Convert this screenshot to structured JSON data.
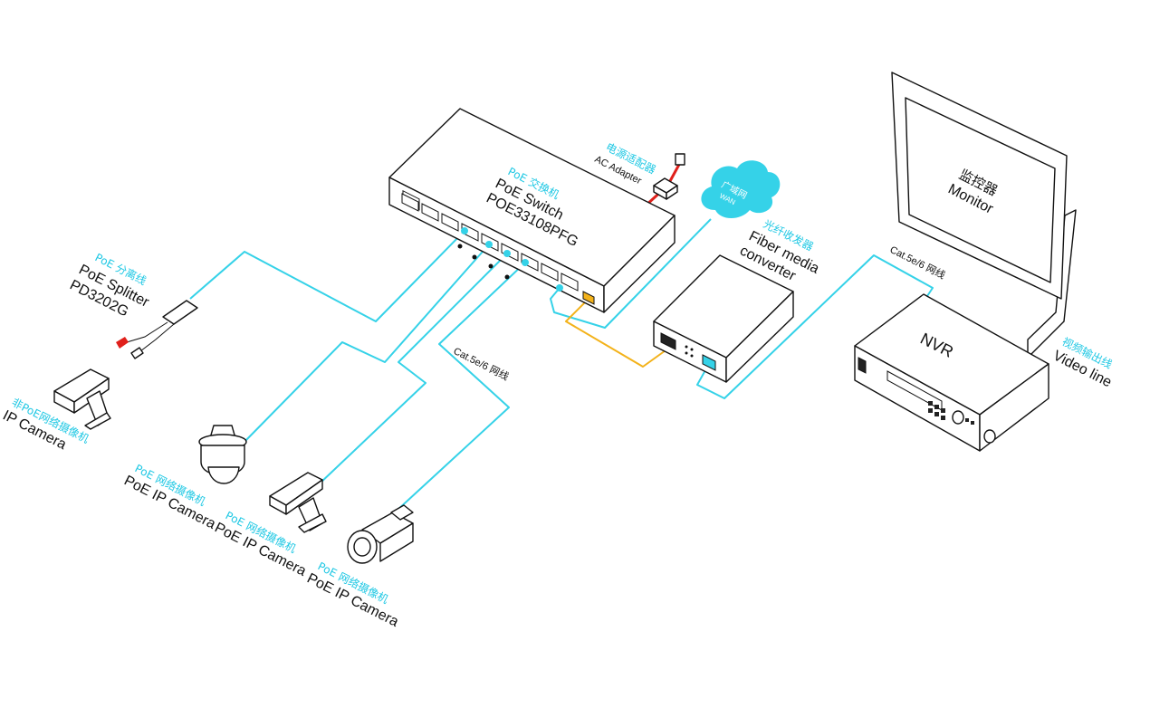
{
  "switch": {
    "name_cn": "PoE 交换机",
    "name_en": "PoE  Switch",
    "model": "POE33108PFG"
  },
  "ac_adapter": {
    "name_cn": "电源适配器",
    "name_en": "AC Adapter"
  },
  "wan": {
    "name_cn": "广域网",
    "name_en": "WAN"
  },
  "fiber_converter": {
    "name_cn": "光纤收发器",
    "line1": "Fiber media",
    "line2": "converter"
  },
  "monitor": {
    "name_cn": "监控器",
    "name_en": "Monitor"
  },
  "nvr": {
    "name": "NVR"
  },
  "video_line": {
    "name_cn": "视频输出线",
    "name_en": "Video line"
  },
  "splitter": {
    "name_cn": "PoE 分离线",
    "name_en": "PoE Splitter",
    "model": "PD3202G"
  },
  "non_poe_camera": {
    "name_cn": "非PoE网络摄像机",
    "name_en": "IP Camera"
  },
  "poe_cameras": [
    {
      "name_cn": "PoE 网络摄像机",
      "name_en": "PoE IP Camera"
    },
    {
      "name_cn": "PoE 网络摄像机",
      "name_en": "PoE IP Camera"
    },
    {
      "name_cn": "PoE 网络摄像机",
      "name_en": "PoE IP Camera"
    }
  ],
  "cables": {
    "cat_label_1": "Cat.5e/6 网线",
    "cat_label_2": "Cat.5e/6 网线"
  },
  "colors": {
    "cable": "#35d2e8",
    "fiber": "#f3b21a",
    "power": "#e0201b",
    "label_cn": "#1fc8e4"
  }
}
